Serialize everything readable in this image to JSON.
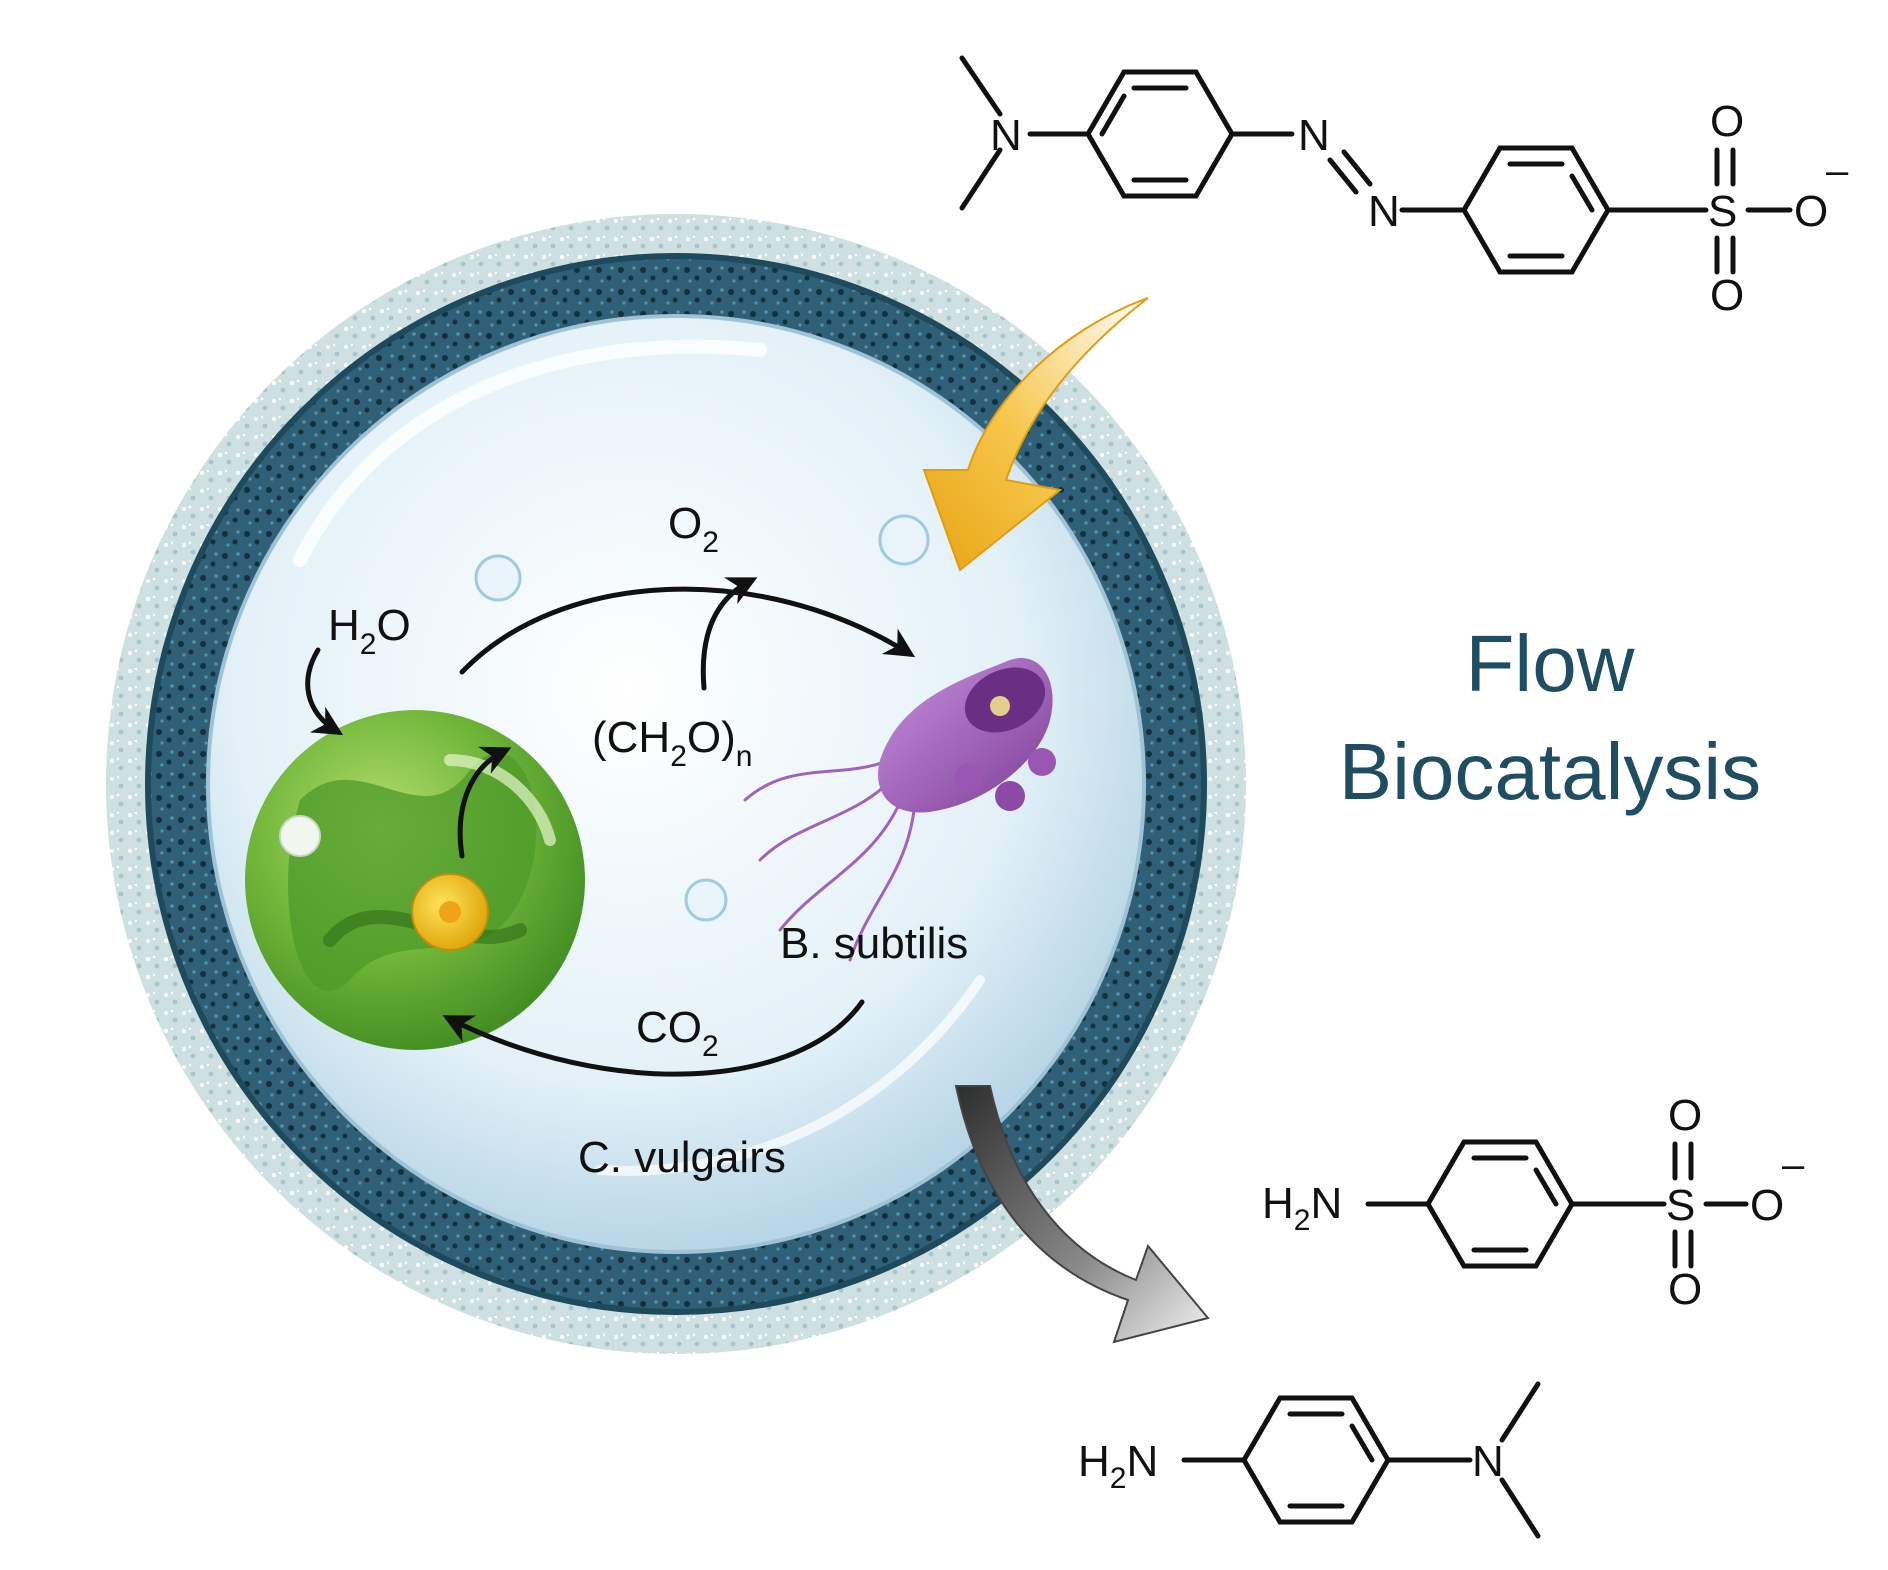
{
  "title": {
    "line1": "Flow",
    "line2": "Biocatalysis",
    "color": "#1f4e63"
  },
  "labels": {
    "h2o": {
      "main": "H",
      "sub": "2",
      "tail": "O"
    },
    "o2": {
      "main": "O",
      "sub": "2"
    },
    "ch2o": {
      "open": "(CH",
      "sub": "2",
      "close": "O)",
      "subn": "n"
    },
    "co2": {
      "main": "CO",
      "sub": "2"
    },
    "b_subtilis": "B. subtilis",
    "c_vulgaris": "C. vulgairs"
  },
  "molecules": {
    "methyl_orange": {
      "n1": "N",
      "n2": "N",
      "n3": "N",
      "s": "S",
      "o_top": "O",
      "o_bottom": "O",
      "o_minus": "O",
      "charge": "–"
    },
    "sulfanilate": {
      "h2n": "H",
      "h2n_sub": "2",
      "h2n_tail": "N",
      "s": "S",
      "o_top": "O",
      "o_bottom": "O",
      "o_minus": "O",
      "charge": "–"
    },
    "dimethyl_pphenylenediamine": {
      "h2n": "H",
      "h2n_sub": "2",
      "h2n_tail": "N",
      "n": "N"
    }
  },
  "colors": {
    "capsule_outer": "#c9dcdf",
    "capsule_shell": "#2f6077",
    "bubble": "#dfeff7",
    "algae": "#7cc043",
    "bacterium": "#a05ab8",
    "arrow_in": "#f2b52b",
    "arrow_out": "#5a5a5a"
  }
}
